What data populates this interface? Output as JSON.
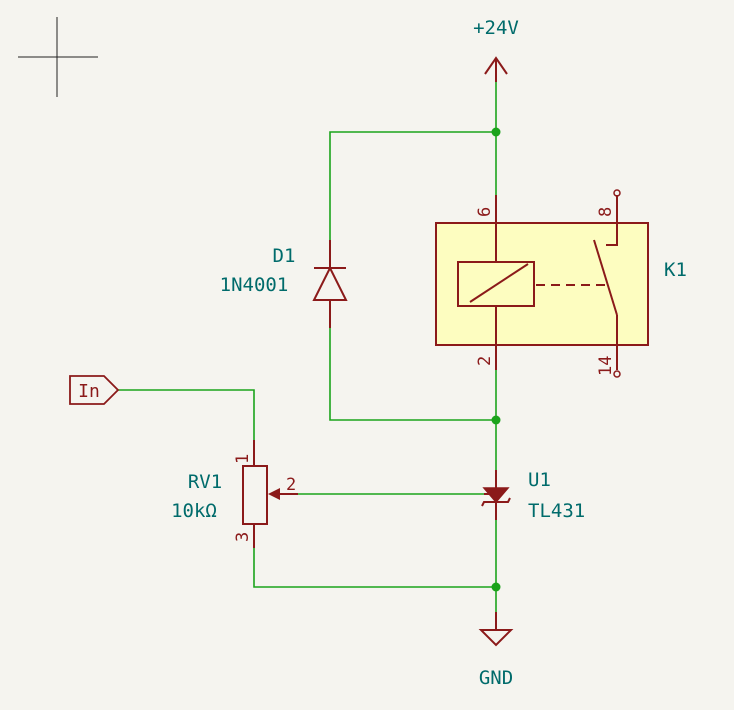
{
  "power": {
    "vcc_label": "+24V",
    "gnd_label": "GND"
  },
  "diode": {
    "ref": "D1",
    "value": "1N4001"
  },
  "relay": {
    "ref": "K1",
    "pins": {
      "coil_top": "6",
      "coil_bottom": "2",
      "switch_top": "8",
      "switch_bottom": "14"
    }
  },
  "pot": {
    "ref": "RV1",
    "value": "10kΩ",
    "pins": {
      "p1": "1",
      "p2": "2",
      "p3": "3"
    }
  },
  "regulator": {
    "ref": "U1",
    "value": "TL431"
  },
  "input_label": "In",
  "colors": {
    "wire": "#1ba31b",
    "symbol": "#8b1a1a",
    "reference": "#006b6b",
    "relay_fill": "#fdfdc0",
    "background": "#f5f4ef"
  }
}
